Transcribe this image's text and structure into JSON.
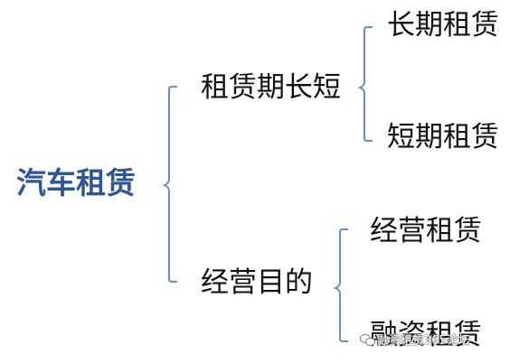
{
  "colors": {
    "root_text": "#2e5597",
    "node_text": "#111111",
    "bracket": "#6d8ec3"
  },
  "diagram": {
    "root": "汽车租赁",
    "branches": [
      {
        "label": "租赁期长短",
        "children": [
          "长期租赁",
          "短期租赁"
        ]
      },
      {
        "label": "经营目的",
        "children": [
          "经营租赁",
          "融资租赁"
        ]
      }
    ]
  },
  "watermark": {
    "text": "融资租赁365论坛",
    "icon": "wechat-icon"
  }
}
